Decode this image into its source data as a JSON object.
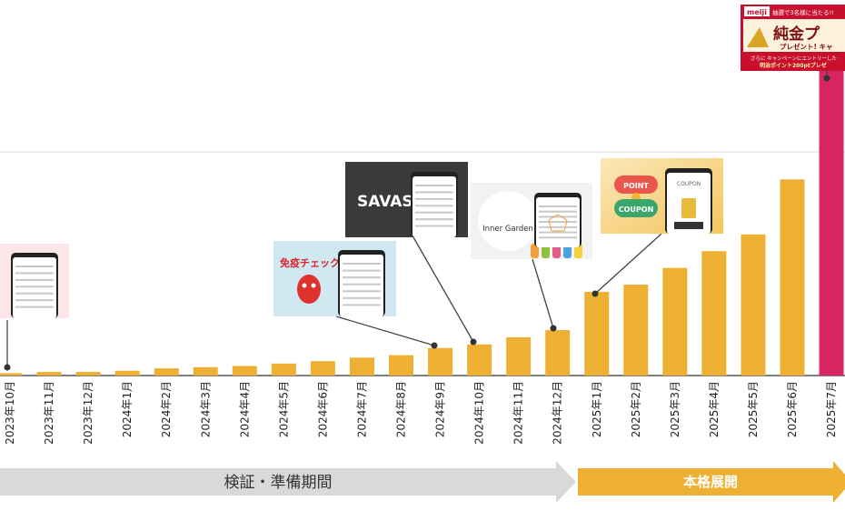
{
  "chart_data": {
    "type": "bar",
    "categories": [
      "2023年10月",
      "2023年11月",
      "2023年12月",
      "2024年1月",
      "2024年2月",
      "2024年3月",
      "2024年4月",
      "2024年5月",
      "2024年6月",
      "2024年7月",
      "2024年8月",
      "2024年9月",
      "2024年10月",
      "2024年11月",
      "2024年12月",
      "2025年1月",
      "2025年2月",
      "2025年3月",
      "2025年4月",
      "2025年5月",
      "2025年6月",
      "2025年7月"
    ],
    "values": [
      1,
      1.5,
      1.5,
      2,
      3,
      3.5,
      4,
      5,
      6,
      7.5,
      8.5,
      11.5,
      13,
      16,
      19,
      35,
      38,
      45,
      52,
      59,
      82,
      132
    ],
    "highlight_index": 21,
    "ylim": [
      0,
      138
    ],
    "grid": "single horizontal reference line",
    "colors": {
      "bar": "#EDB033",
      "highlight": "#D72660",
      "grid": "#d9d9d9",
      "axis": "#333333"
    }
  },
  "phases": [
    {
      "label": "検証・準備期間",
      "color": "#d9d9d9",
      "from_index": 0,
      "to_index": 14
    },
    {
      "label": "本格展開",
      "color": "#EDB033",
      "from_index": 15,
      "to_index": 21
    }
  ],
  "callouts": [
    {
      "index": 0,
      "name": "campaign-thumbnail-first",
      "icon": "phone-app-screenshot"
    },
    {
      "index": 11,
      "name": "menneki-check-thumbnail",
      "text": "免疫チェック",
      "icon": "red-character-with-phone"
    },
    {
      "index": 12,
      "name": "savas-thumbnail",
      "text": "SAVAS",
      "icon": "phone-app-screenshot"
    },
    {
      "index": 14,
      "name": "inner-garden-thumbnail",
      "text": "Inner Garden",
      "icon": "radar-chart-phone"
    },
    {
      "index": 15,
      "name": "point-coupon-thumbnail",
      "text_point": "POINT",
      "text_coupon": "COUPON",
      "text_phone": "COUPON",
      "icon": "coupon-phone"
    },
    {
      "index": 21,
      "name": "meiji-gold-campaign-thumbnail",
      "text_brand": "meiji",
      "text_top": "抽選で3名様に当たる!!",
      "text_main": "純金プ",
      "text_sub": "プレゼント! キャ",
      "text_line1": "さらに キャンペーンにエントリーした",
      "text_line2": "明治ポイント200ptプレゼ"
    }
  ]
}
